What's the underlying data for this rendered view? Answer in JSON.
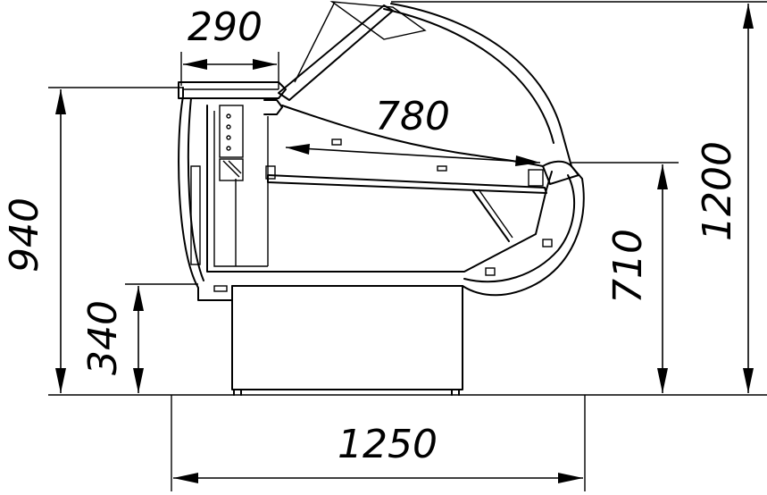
{
  "dimensions": {
    "top_depth": "290",
    "inner_depth": "780",
    "total_height": "1200",
    "counter_height": "940",
    "front_height": "710",
    "base_height": "340",
    "total_width": "1250"
  }
}
